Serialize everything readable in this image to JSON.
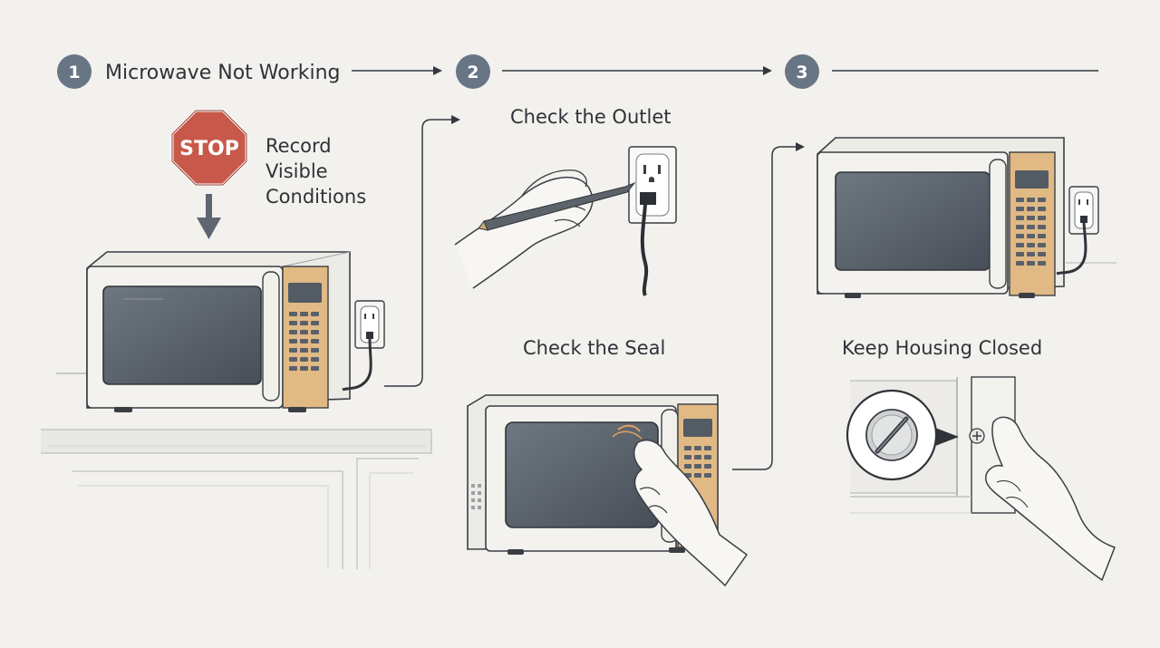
{
  "steps": [
    {
      "number": "1",
      "title": "Microwave Not Working"
    },
    {
      "number": "2",
      "title": ""
    },
    {
      "number": "3",
      "title": ""
    }
  ],
  "stop_sign": {
    "text": "STOP"
  },
  "record": {
    "lines": [
      "Record",
      "Visible",
      "Conditions"
    ]
  },
  "step2": {
    "outlet_label": "Check the Outlet",
    "seal_label": "Check the Seal"
  },
  "step3": {
    "housing_label": "Keep Housing Closed"
  },
  "colors": {
    "background": "#f2f1ed",
    "step_circle": "#687585",
    "stop_red": "#c8584a",
    "control_panel": "#e0b985",
    "window": "#4f5761",
    "line": "#333840"
  }
}
